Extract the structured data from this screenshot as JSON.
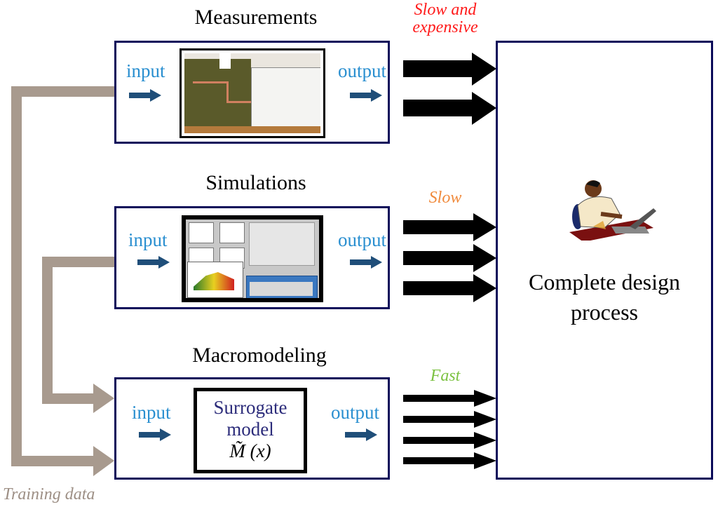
{
  "blocks": {
    "measurements": {
      "title": "Measurements",
      "input": "input",
      "output": "output",
      "speed": "Slow and expensive",
      "speed_color": "#ff1a1a",
      "image": "PCB measurement setup photo"
    },
    "simulations": {
      "title": "Simulations",
      "input": "input",
      "output": "output",
      "speed": "Slow",
      "speed_color": "#f08a3c",
      "image": "Simulation software screenshot"
    },
    "macromodeling": {
      "title": "Macromodeling",
      "input": "input",
      "output": "output",
      "speed": "Fast",
      "speed_color": "#7cc242",
      "model": {
        "line1": "Surrogate",
        "line2": "model",
        "formula": "M̃ (x)"
      }
    }
  },
  "design": {
    "line1": "Complete design",
    "line2": "process",
    "icon": "designer-at-laptop-icon"
  },
  "training": {
    "label": "Training data",
    "color": "#a89a8e"
  },
  "colors": {
    "box_border": "#0b0b5a",
    "io_text": "#2a8fd0",
    "small_arrow": "#1f4e79"
  }
}
